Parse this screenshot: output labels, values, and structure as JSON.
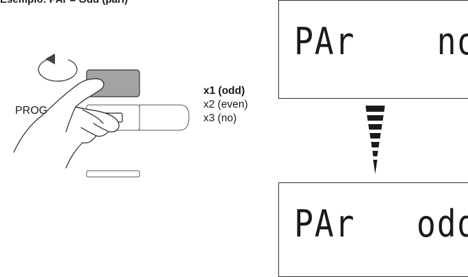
{
  "title": "Esempio: PAr = Odd (pari)",
  "prog_label": "PROG",
  "presses": [
    {
      "label": "x1 (odd)",
      "selected": true
    },
    {
      "label": "x2 (even)",
      "selected": false
    },
    {
      "label": "x3 (no)",
      "selected": false
    }
  ],
  "display_before": {
    "param": "PAr",
    "value": "no"
  },
  "display_after": {
    "param": "PAr",
    "value": "odd"
  },
  "icons": [
    "rotate-ccw-icon",
    "pressing-hand-icon",
    "down-arrow-icon"
  ]
}
